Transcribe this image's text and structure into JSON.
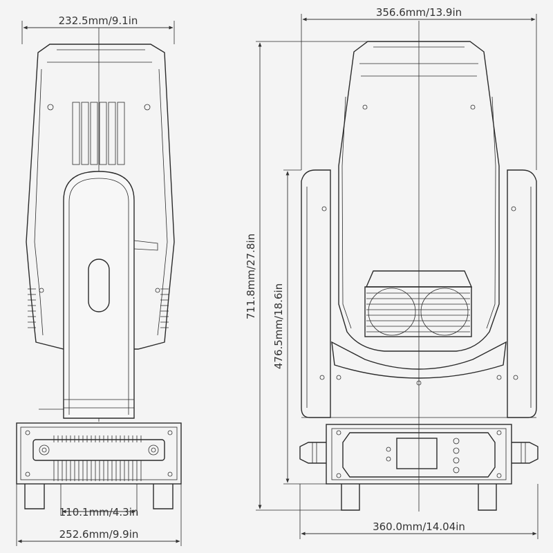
{
  "dimensions": {
    "side_top_width": "232.5mm/9.1in",
    "side_base_width": "252.6mm/9.9in",
    "side_foot_spacing": "110.1mm/4.3in",
    "front_top_width": "356.6mm/13.9in",
    "front_base_width": "360.0mm/14.04in",
    "total_height": "711.8mm/27.8in",
    "arm_height": "476.5mm/18.6in"
  },
  "colors": {
    "line": "#2a2a2a",
    "background": "#f4f4f4"
  }
}
